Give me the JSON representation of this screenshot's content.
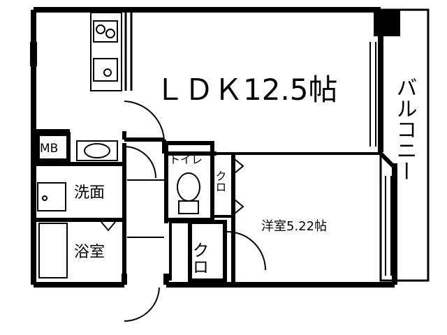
{
  "floorplan": {
    "rooms": {
      "ldk": "ＬＤＫ12.5帖",
      "balcony": "バルコニー",
      "mb": "MB",
      "toilet": "トイレ",
      "closet_small": "クロ",
      "closet_large": "クロ",
      "washroom": "洗面",
      "bathroom": "浴室",
      "bedroom": "洋室5.22帖"
    },
    "colors": {
      "line": "#000000",
      "wall": "#000000",
      "background": "#ffffff"
    }
  }
}
